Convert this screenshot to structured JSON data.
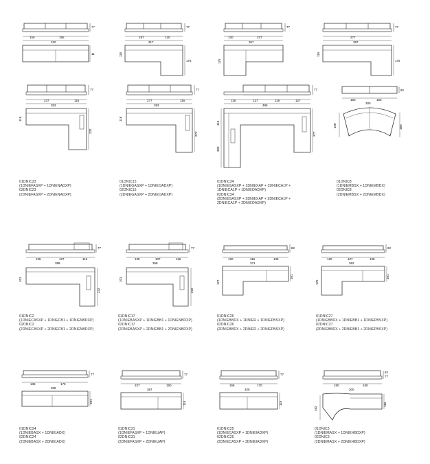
{
  "modules": [
    {
      "id": "c1",
      "code": "01DNIC23",
      "parts1": "(1DNIEFASXP + 1DNIENADXP)",
      "code2": "02DNIC23",
      "parts2": "(2DNIEFASXP + 2DNIENADXP)",
      "seg": [
        "155",
        "155"
      ],
      "total": "310",
      "depth": "116",
      "height": "77",
      "type": "straight"
    },
    {
      "id": "c2",
      "code": "01DNIC15",
      "parts1": "(1DNIEGASXP + 1DNIEOADXP)",
      "code2": "02DNIC15",
      "parts2": "(2DNIEGASXP + 2DNIEOADXP)",
      "seg": [
        "197",
        "120"
      ],
      "total": "317",
      "depth": "116",
      "depth2": "175",
      "height": "77",
      "type": "chaise-r"
    },
    {
      "id": "c3",
      "code": "01DNIC34",
      "parts1": "(1DNIEGASXP + 1DNIEXAP + 1DNIECA1P +",
      "parts1b": "1DNIECA1P + 1DNIEOADXP)",
      "code2": "02DNIC34",
      "parts2": "(2DNIEGASXP + 2DNIEXAP + 2DNIECA1P +",
      "parts2b": "2DNIECA1P + 2DNIEOADXP)",
      "seg": [
        "120",
        "237"
      ],
      "total": "357",
      "depth": "175",
      "height": "77",
      "type": "chaise-l"
    },
    {
      "id": "c4",
      "code": "01DNIC8",
      "parts1": "(1DNIEMBSX + 1DNIEMBDX)",
      "code2": "02DNIC8",
      "parts2": "(2DNIEMBSX + 2DNIEMBDX)",
      "seg": [
        "277"
      ],
      "total": "397",
      "depth": "116",
      "depth2": "175",
      "height": "77",
      "type": "chaise-r"
    },
    {
      "id": "c5",
      "seg": [
        "237",
        "116"
      ],
      "total": "353",
      "depth": "116",
      "depth2": "232",
      "height": "77",
      "type": "corner"
    },
    {
      "id": "c6",
      "seg": [
        "277",
        "116"
      ],
      "total": "393",
      "depth": "116",
      "depth2": "272",
      "height": "77",
      "type": "corner"
    },
    {
      "id": "c7",
      "seg": [
        "116",
        "127",
        "116",
        "127"
      ],
      "total": "486",
      "depth": "116",
      "depth2": "277",
      "depth3": "393",
      "height": "77",
      "type": "u-shape"
    },
    {
      "id": "c8",
      "seg": [
        "150",
        "150"
      ],
      "total": "300",
      "depth": "160",
      "depth2": "160",
      "height": "82",
      "type": "curved"
    },
    {
      "id": "c9",
      "code": "01DNIC2",
      "parts1": "(1DNIECASXP + 1DNIECB1 + 1DNIENBDXP)",
      "code2": "02DNIC2",
      "parts2": "(2DNIECASXP + 2DNIECB1 + 2DNIENBDXP)",
      "seg": [
        "155",
        "127",
        "116"
      ],
      "total": "398",
      "depth": "101",
      "depth2": "232",
      "height": "77",
      "type": "corner-back"
    },
    {
      "id": "c10",
      "code": "01DNIC17",
      "parts1": "(1DNIEBASXP + 1DNIEBB1 + 1DNIENBDXP)",
      "code2": "02DNIC17",
      "parts2": "(2DNIEBASXP + 2DNIEBB1 + 2DNIENBDXP)",
      "seg": [
        "135",
        "107",
        "116"
      ],
      "total": "358",
      "depth": "101",
      "depth2": "232",
      "height": "77",
      "type": "corner-back"
    },
    {
      "id": "c11",
      "code": "01DNIC26",
      "parts1": "(1DNIEBBDX + 1DNIER + 1DNIEPBSXP)",
      "code2": "02DNIC26",
      "parts2": "(2DNIEBBDX + 2DNIER + 2DNIEPBSXP)",
      "seg": [
        "120",
        "116",
        "135"
      ],
      "total": "371",
      "depth": "101",
      "depth2": "177",
      "height": "82",
      "type": "chaise-l-back"
    },
    {
      "id": "c12",
      "code": "01DNIC27",
      "parts1": "(1DNIEBBDX + 1DNIEBB1 + 1DNIEPBSXP)",
      "code2": "02DNIC27",
      "parts2": "(2DNIEBBDX + 2DNIEBB1 + 2DNIEPBSXP)",
      "seg": [
        "120",
        "107",
        "135"
      ],
      "total": "362",
      "depth": "101",
      "depth2": "175",
      "height": "82",
      "type": "chaise-l-back"
    },
    {
      "id": "c13",
      "code": "01DNIC24",
      "parts1": "(1DNIEBASX + 1DNIEIADX)",
      "code2": "02DNIC24",
      "parts2": "(2DNIEBASX + 2DNIEIADX)",
      "seg": [
        "135",
        "170"
      ],
      "total": "305",
      "depth": "101",
      "height": "77",
      "type": "straight-low"
    },
    {
      "id": "c14",
      "code": "01DNIC31",
      "parts1": "(1DNIEFASXP + 1DNIEUAP)",
      "code2": "02DNIC31",
      "parts2": "(2DNIEFASXP + 2DNIEUAP)",
      "seg": [
        "237",
        "150"
      ],
      "total": "387",
      "depth": "116",
      "height": "77",
      "type": "straight"
    },
    {
      "id": "c15",
      "code": "01DNIC25",
      "parts1": "(1DNIECASXP + 1DNIEIADXP)",
      "code2": "02DNIC25",
      "parts2": "(2DNIECASXP + 2DNIEIADXP)",
      "seg": [
        "155",
        "170"
      ],
      "total": "325",
      "depth": "116",
      "height": "77",
      "type": "straight"
    },
    {
      "id": "c16",
      "code": "01DNIC3",
      "parts1": "(1DNIEMASX + 1DNIEHBDXP)",
      "code2": "02DNIC3",
      "parts2": "(2DNIEMASX + 2DNIEHBDXP)",
      "seg": [
        "150",
        "150"
      ],
      "total": "300",
      "depth": "116",
      "depth2": "162",
      "height": "77",
      "height2": "82",
      "type": "curved-half"
    }
  ]
}
